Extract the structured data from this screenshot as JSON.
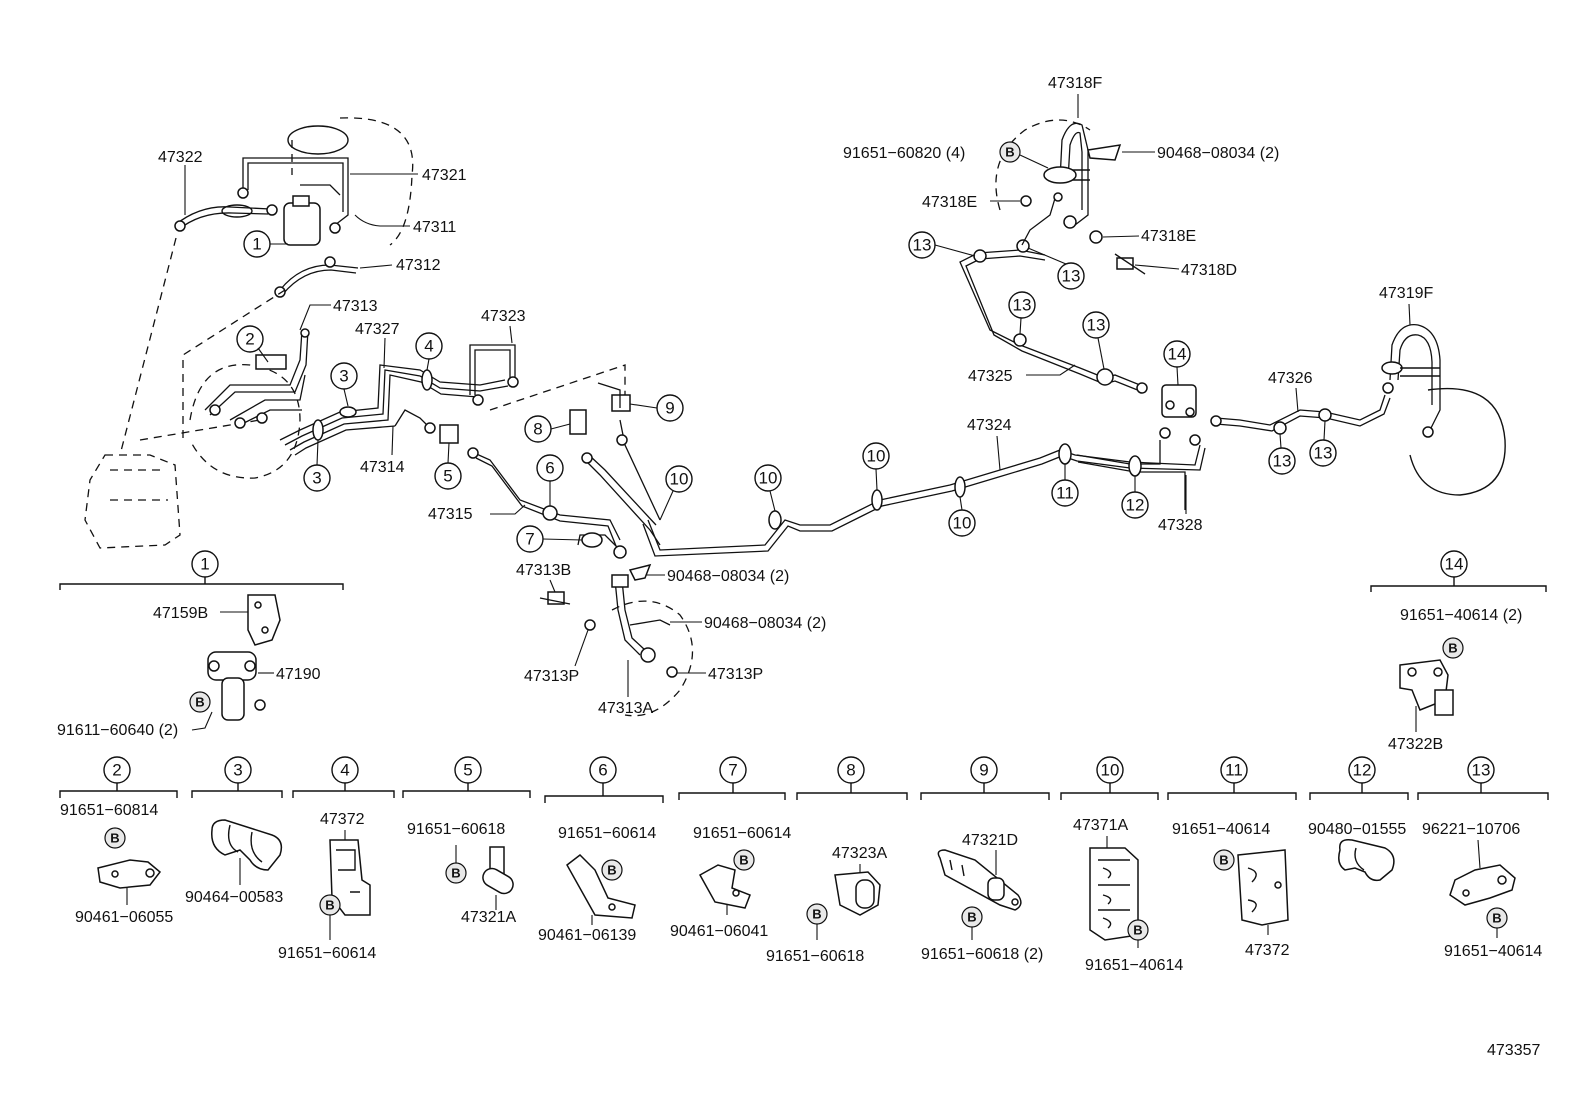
{
  "diagram_id": "473357",
  "main_labels": {
    "l47322": "47322",
    "l47321": "47321",
    "l47311": "47311",
    "l47312": "47312",
    "l47313": "47313",
    "l47327": "47327",
    "l47323": "47323",
    "l47314": "47314",
    "l47315": "47315",
    "l47313B": "47313B",
    "l47313P_a": "47313P",
    "l47313P_b": "47313P",
    "l47313A": "47313A",
    "l90468_a": "90468−08034 (2)",
    "l90468_b": "90468−08034 (2)",
    "l90468_c": "90468−08034 (2)",
    "l47318F": "47318F",
    "l91651_60820": "91651−60820 (4)",
    "l47318E_a": "47318E",
    "l47318E_b": "47318E",
    "l47318D": "47318D",
    "l47325": "47325",
    "l47324": "47324",
    "l47328": "47328",
    "l47326": "47326",
    "l47319F": "47319F"
  },
  "callouts": {
    "c1": "1",
    "c2": "2",
    "c3a": "3",
    "c3b": "3",
    "c4": "4",
    "c5": "5",
    "c6": "6",
    "c7": "7",
    "c8": "8",
    "c9": "9",
    "c10a": "10",
    "c10b": "10",
    "c10c": "10",
    "c10d": "10",
    "c11": "11",
    "c12": "12",
    "c13a": "13",
    "c13b": "13",
    "c13c": "13",
    "c13d": "13",
    "c13e": "13",
    "c13f": "13",
    "c14": "14"
  },
  "group1": {
    "num": "1",
    "p1": "47159B",
    "p2": "47190",
    "p3": "91611−60640 (2)"
  },
  "group14": {
    "num": "14",
    "p1": "91651−40614 (2)",
    "p2": "47322B"
  },
  "b_symbol": "B",
  "kits": [
    {
      "num": "2",
      "top": "91651−60814",
      "bottom": "90461−06055"
    },
    {
      "num": "3",
      "top": "",
      "bottom": "90464−00583"
    },
    {
      "num": "4",
      "top": "47372",
      "bottom": "91651−60614"
    },
    {
      "num": "5",
      "top": "91651−60618",
      "bottom": "47321A"
    },
    {
      "num": "6",
      "top": "91651−60614",
      "bottom": "90461−06139"
    },
    {
      "num": "7",
      "top": "91651−60614",
      "bottom": "90461−06041"
    },
    {
      "num": "8",
      "top": "47323A",
      "bottom": "91651−60618"
    },
    {
      "num": "9",
      "top": "47321D",
      "bottom": "91651−60618 (2)"
    },
    {
      "num": "10",
      "top": "47371A",
      "bottom": "91651−40614"
    },
    {
      "num": "11",
      "top": "91651−40614",
      "bottom": "47372"
    },
    {
      "num": "12",
      "top": "90480−01555",
      "bottom": ""
    },
    {
      "num": "13",
      "top": "96221−10706",
      "bottom": "91651−40614"
    }
  ],
  "colors": {
    "ink": "#111111",
    "background": "#ffffff"
  }
}
